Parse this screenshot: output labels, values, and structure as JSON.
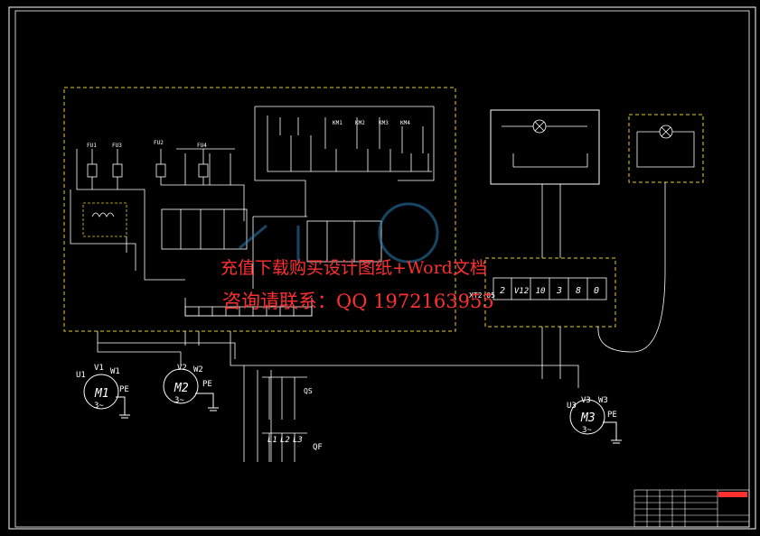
{
  "motors": [
    {
      "phases": [
        "U1",
        "V1",
        "W1"
      ],
      "name": "M1",
      "type": "3~",
      "ground": "PE"
    },
    {
      "phases": [
        "V2",
        "W2"
      ],
      "name": "M2",
      "type": "3~",
      "ground": "PE"
    },
    {
      "phases": [
        "U3",
        "V3",
        "W3"
      ],
      "name": "M3",
      "type": "3~",
      "ground": "PE"
    }
  ],
  "fuses": [
    "FU1",
    "FU3",
    "FU2",
    "FU4"
  ],
  "contactors": [
    "KM1",
    "KM2",
    "KM3",
    "KM4"
  ],
  "switches": {
    "main": "QF",
    "breaker": "QS",
    "phases": [
      "L1",
      "L2",
      "L3"
    ]
  },
  "terminal_strip": [
    "2",
    "V12",
    "10",
    "3",
    "8",
    "0"
  ],
  "terminal_label": "XT2-05",
  "watermark": {
    "line1": "充值下载购买设计图纸+Word文档",
    "line2": "咨询请联系：QQ 1972163955"
  }
}
